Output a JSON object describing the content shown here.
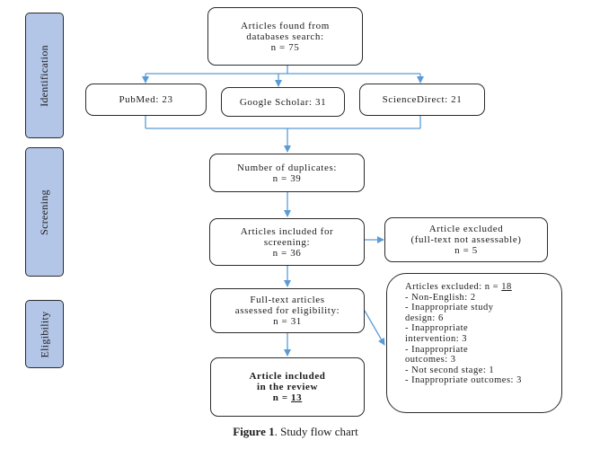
{
  "diagram": {
    "phases": {
      "identification": "Identification",
      "screening": "Screening",
      "eligibility": "Eligibility"
    },
    "boxes": {
      "found": [
        "Articles found from",
        "databases search:",
        "n = 75"
      ],
      "pubmed": "PubMed: 23",
      "scholar": "Google Scholar: 31",
      "sciencedirect": "ScienceDirect: 21",
      "duplicates": [
        "Number of duplicates:",
        "n = 39"
      ],
      "screening_included": [
        "Articles included for",
        "screening:",
        "n = 36"
      ],
      "excluded_fulltext": [
        "Article excluded",
        "(full-text not assessable)",
        "n = 5"
      ],
      "fulltext_assessed": [
        "Full-text articles",
        "assessed for eligibility:",
        "n = 31"
      ],
      "included_review": {
        "line1": "Article included",
        "line2": "in the review",
        "line3_prefix": "n = ",
        "line3_value": "13"
      }
    },
    "exclusions": {
      "header_prefix": "Articles excluded: n = ",
      "header_value": "18",
      "items": [
        "- Non-English: 2",
        "- Inappropriate study",
        "design: 6",
        "- Inappropriate",
        "intervention: 3",
        "- Inappropriate",
        "outcomes: 3",
        "- Not second stage: 1",
        "- Inappropriate outcomes: 3"
      ]
    },
    "caption": {
      "label": "Figure 1",
      "text": ". Study flow chart"
    },
    "colors": {
      "phase_fill": "#b4c6e7",
      "arrow": "#5b9bd5",
      "border": "#2b2b2b"
    }
  }
}
